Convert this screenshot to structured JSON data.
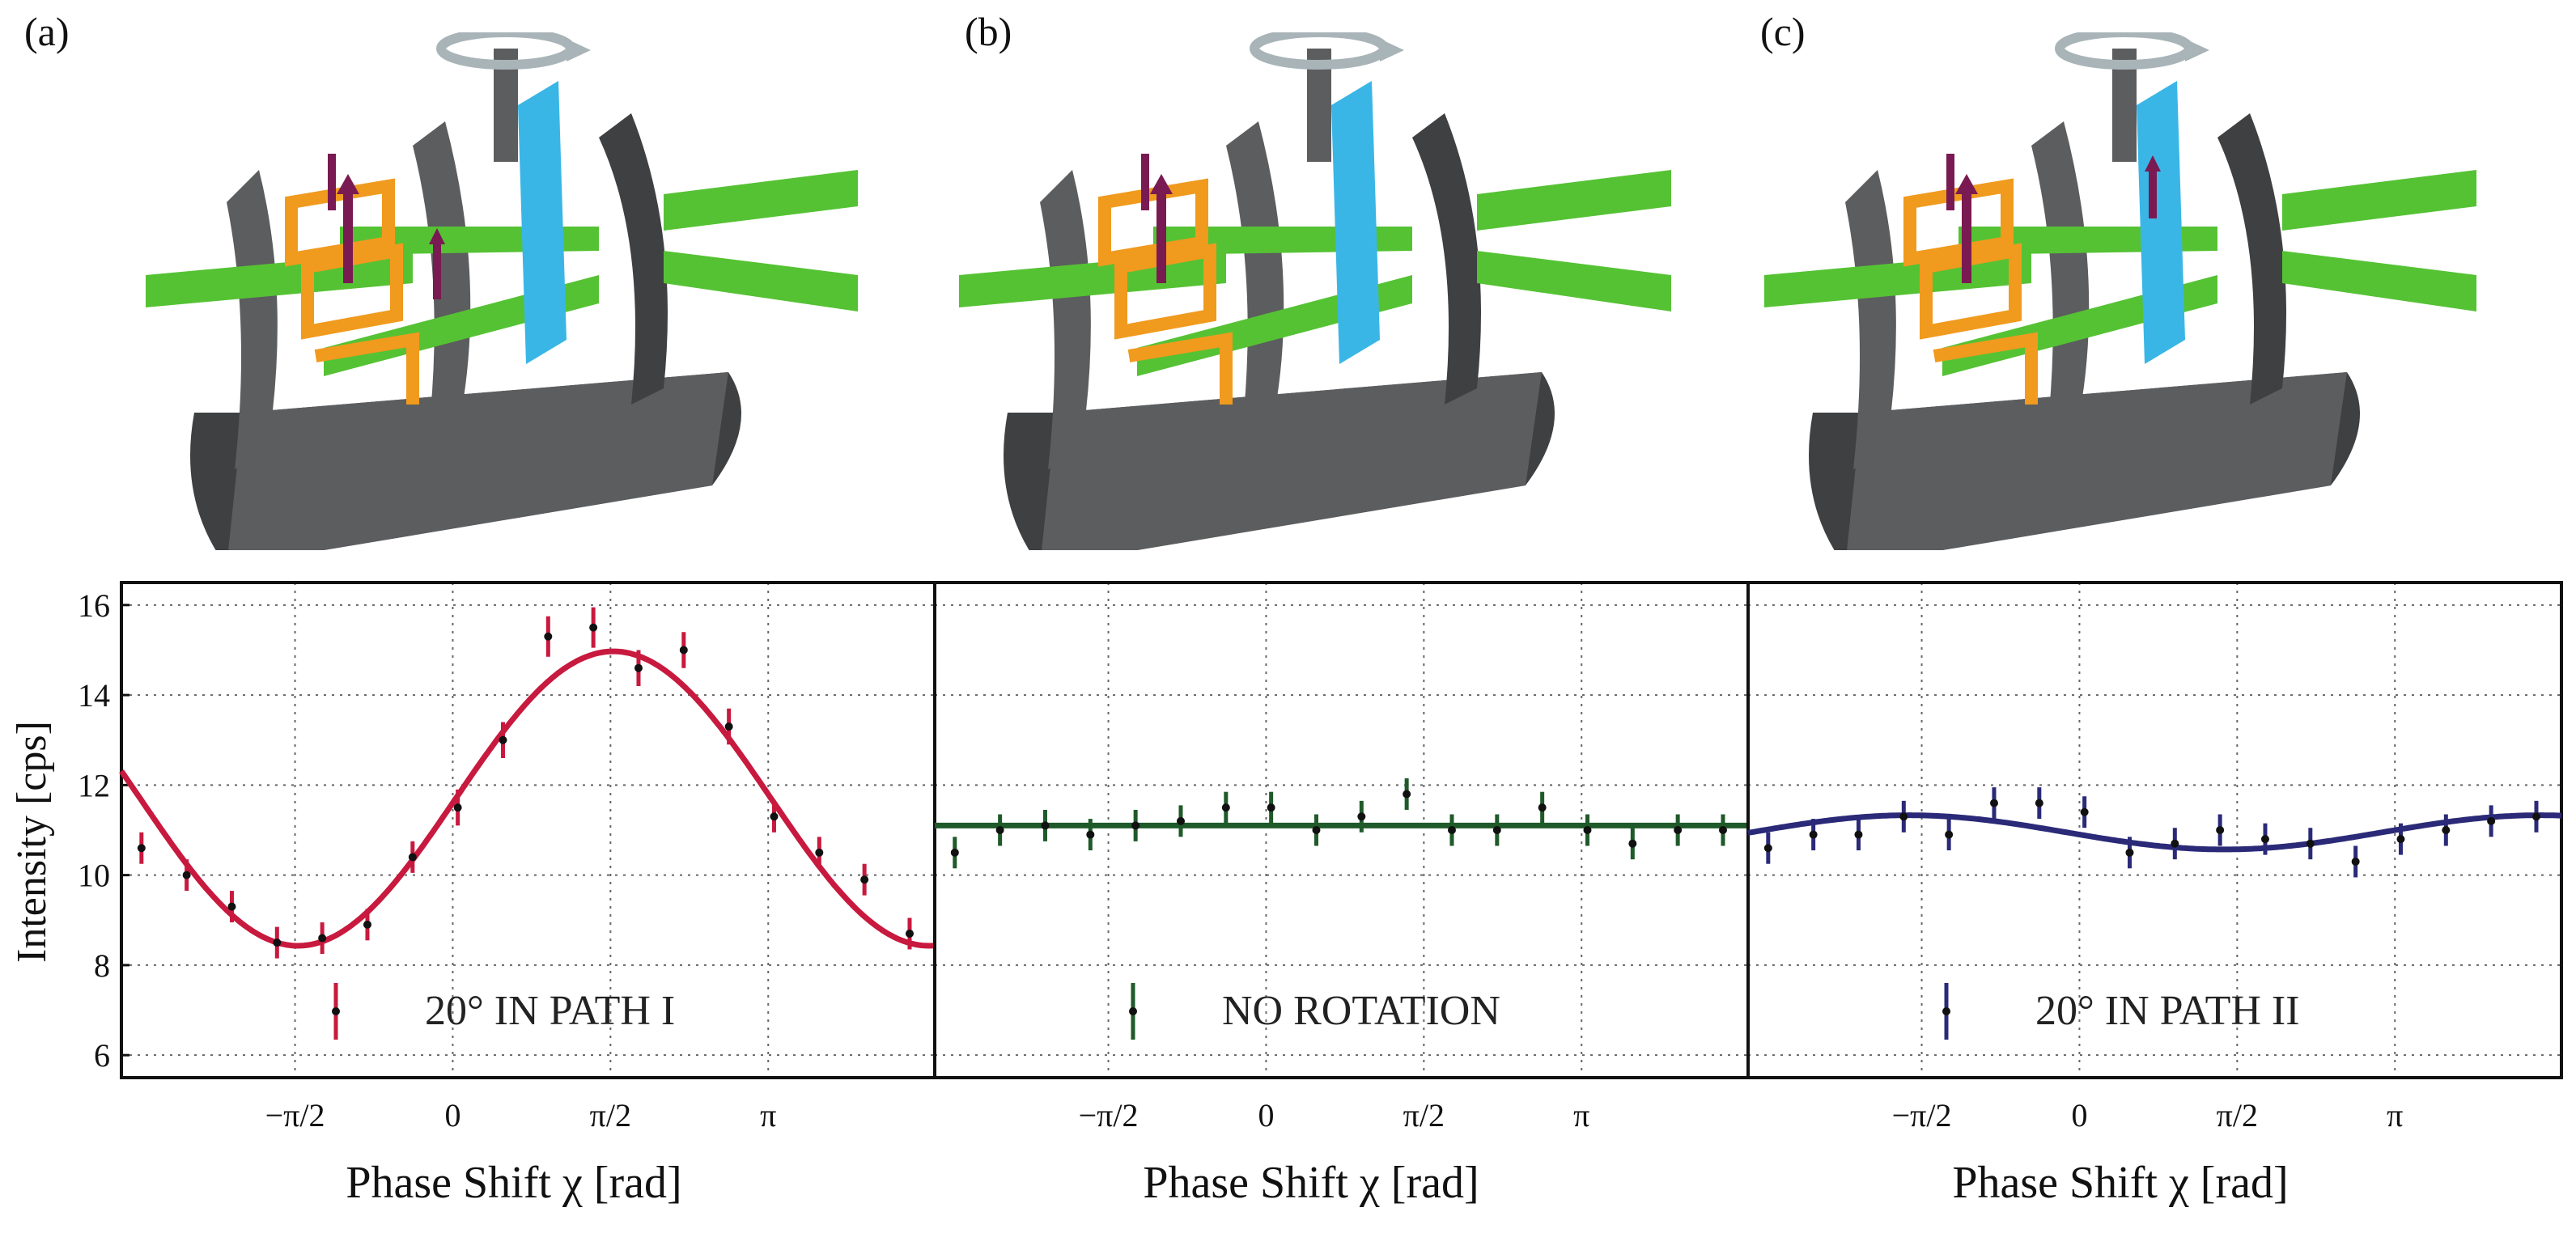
{
  "panels": [
    {
      "label": "(a)"
    },
    {
      "label": "(b)"
    },
    {
      "label": "(c)"
    }
  ],
  "colors": {
    "housing": "#5c5d5f",
    "housing_dark": "#3f4042",
    "beam": "#55c234",
    "coil": "#f09a1e",
    "spin_arrow": "#7a1a52",
    "blade": "#3ab6e6",
    "rotation_arrow": "#a9b4b8",
    "grid": "#666666"
  },
  "chart_data": [
    {
      "type": "scatter",
      "subplot": "a",
      "ylabel": "Intensity [cps]",
      "xlabel": "Phase Shift χ [rad]",
      "xticks": [
        "−π/2",
        "0",
        "π/2",
        "π"
      ],
      "xtick_values": [
        -1.5708,
        0,
        1.5708,
        3.1416
      ],
      "xlim": [
        -3.3,
        4.8
      ],
      "yticks": [
        6,
        8,
        10,
        12,
        14,
        16
      ],
      "ylim": [
        5.5,
        16.5
      ],
      "grid": true,
      "legend": "20° IN PATH I",
      "color": "#c8193e",
      "points": {
        "x": [
          -3.1,
          -2.65,
          -2.2,
          -1.75,
          -1.3,
          -0.85,
          -0.4,
          0.05,
          0.5,
          0.95,
          1.4,
          1.85,
          2.3,
          2.75,
          3.2,
          3.65,
          4.1,
          4.55
        ],
        "y": [
          10.6,
          10.0,
          9.3,
          8.5,
          8.6,
          8.9,
          10.4,
          11.5,
          13.0,
          15.3,
          15.5,
          14.6,
          15.0,
          13.3,
          11.3,
          10.5,
          9.9,
          8.7
        ],
        "yerr": [
          0.35,
          0.35,
          0.35,
          0.35,
          0.35,
          0.35,
          0.35,
          0.4,
          0.4,
          0.45,
          0.45,
          0.4,
          0.4,
          0.4,
          0.35,
          0.35,
          0.35,
          0.35
        ]
      },
      "fit": {
        "offset": 11.7,
        "amplitude": 3.27,
        "phase": 1.6
      }
    },
    {
      "type": "scatter",
      "subplot": "b",
      "xlabel": "Phase Shift χ [rad]",
      "xticks": [
        "−π/2",
        "0",
        "π/2",
        "π"
      ],
      "xtick_values": [
        -1.5708,
        0,
        1.5708,
        3.1416
      ],
      "xlim": [
        -3.3,
        4.8
      ],
      "ylim": [
        5.5,
        16.5
      ],
      "grid": true,
      "legend": "NO ROTATION",
      "color": "#1f5a2a",
      "points": {
        "x": [
          -3.1,
          -2.65,
          -2.2,
          -1.75,
          -1.3,
          -0.85,
          -0.4,
          0.05,
          0.5,
          0.95,
          1.4,
          1.85,
          2.3,
          2.75,
          3.2,
          3.65,
          4.1,
          4.55
        ],
        "y": [
          10.5,
          11.0,
          11.1,
          10.9,
          11.1,
          11.2,
          11.5,
          11.5,
          11.0,
          11.3,
          11.8,
          11.0,
          11.0,
          11.5,
          11.0,
          10.7,
          11.0,
          11.0
        ],
        "yerr": [
          0.35,
          0.35,
          0.35,
          0.35,
          0.35,
          0.35,
          0.35,
          0.35,
          0.35,
          0.35,
          0.35,
          0.35,
          0.35,
          0.35,
          0.35,
          0.35,
          0.35,
          0.35
        ]
      },
      "fit": {
        "offset": 11.1,
        "amplitude": 0.0,
        "phase": 0
      }
    },
    {
      "type": "scatter",
      "subplot": "c",
      "xlabel": "Phase Shift χ [rad]",
      "xticks": [
        "−π/2",
        "0",
        "π/2",
        "π"
      ],
      "xtick_values": [
        -1.5708,
        0,
        1.5708,
        3.1416
      ],
      "xlim": [
        -3.3,
        4.8
      ],
      "ylim": [
        5.5,
        16.5
      ],
      "grid": true,
      "legend": "20° IN PATH II",
      "color": "#2b2a78",
      "points": {
        "x": [
          -3.1,
          -2.65,
          -2.2,
          -1.75,
          -1.3,
          -0.85,
          -0.4,
          0.05,
          0.5,
          0.95,
          1.4,
          1.85,
          2.3,
          2.75,
          3.2,
          3.65,
          4.1,
          4.55
        ],
        "y": [
          10.6,
          10.9,
          10.9,
          11.3,
          10.9,
          11.6,
          11.6,
          11.4,
          10.5,
          10.7,
          11.0,
          10.8,
          10.7,
          10.3,
          10.8,
          11.0,
          11.2,
          11.3
        ],
        "yerr": [
          0.35,
          0.35,
          0.35,
          0.35,
          0.35,
          0.35,
          0.35,
          0.35,
          0.35,
          0.35,
          0.35,
          0.35,
          0.35,
          0.35,
          0.35,
          0.35,
          0.35,
          0.35
        ]
      },
      "fit": {
        "offset": 10.95,
        "amplitude": 0.38,
        "phase": -1.7
      }
    }
  ]
}
